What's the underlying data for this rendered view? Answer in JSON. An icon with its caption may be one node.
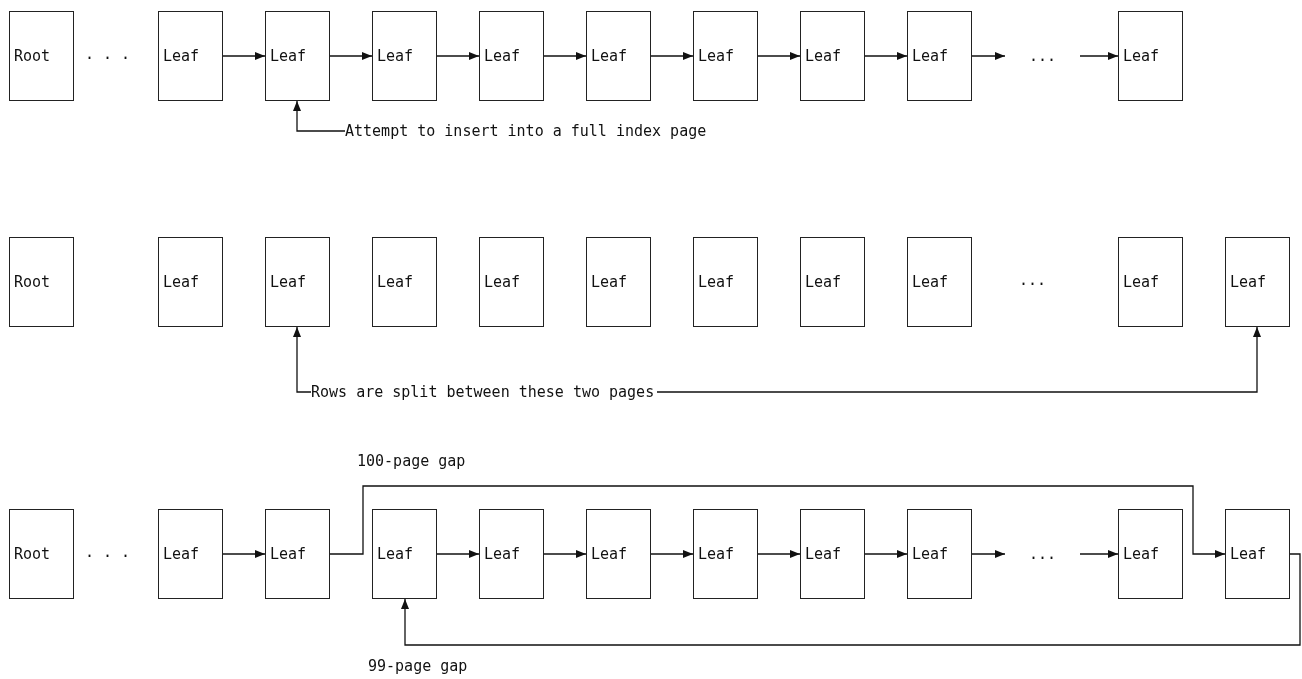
{
  "diagram": {
    "nodes": [
      {
        "text": [
          "Root"
        ]
      },
      {
        "text": [
          "Leaf"
        ]
      },
      {
        "text": [
          "Leaf"
        ]
      },
      {
        "text": [
          "Leaf"
        ]
      },
      {
        "text": [
          "Leaf"
        ]
      },
      {
        "text": [
          "Leaf"
        ]
      },
      {
        "text": [
          "Leaf"
        ]
      },
      {
        "text": [
          "Leaf"
        ]
      },
      {
        "text": [
          "Leaf"
        ]
      },
      {
        "text": [
          "..."
        ]
      },
      {
        "text": [
          "Leaf"
        ]
      },
      {
        "text": [
          "Attempt to insert into a full index page"
        ]
      },
      {
        "text": [
          "Root"
        ]
      },
      {
        "text": [
          "Leaf"
        ]
      },
      {
        "text": [
          "Leaf"
        ]
      },
      {
        "text": [
          "Leaf"
        ]
      },
      {
        "text": [
          "Leaf"
        ]
      },
      {
        "text": [
          "Leaf"
        ]
      },
      {
        "text": [
          "Leaf"
        ]
      },
      {
        "text": [
          "Leaf"
        ]
      },
      {
        "text": [
          "Leaf"
        ]
      },
      {
        "text": [
          "Leaf"
        ]
      },
      {
        "text": [
          "Leaf"
        ]
      },
      {
        "text": [
          "Rows are split between these two pages"
        ]
      },
      {
        "text": [
          "Root"
        ]
      },
      {
        "text": [
          "Leaf"
        ]
      },
      {
        "text": [
          "Leaf"
        ]
      },
      {
        "text": [
          "Leaf"
        ]
      },
      {
        "text": [
          "Leaf"
        ]
      },
      {
        "text": [
          "Leaf"
        ]
      },
      {
        "text": [
          "Leaf"
        ]
      },
      {
        "text": [
          "Leaf"
        ]
      },
      {
        "text": [
          "Leaf"
        ]
      },
      {
        "text": [
          "..."
        ]
      },
      {
        "text": [
          "Leaf"
        ]
      },
      {
        "text": [
          "Leaf"
        ]
      }
    ],
    "edges": [
      {
        "from": 1,
        "to": 2,
        "arrow": "to"
      },
      {
        "from": 2,
        "to": 3,
        "arrow": "to"
      },
      {
        "from": 3,
        "to": 4,
        "arrow": "to"
      },
      {
        "from": 4,
        "to": 5,
        "arrow": "to"
      },
      {
        "from": 5,
        "to": 6,
        "arrow": "to"
      },
      {
        "from": 6,
        "to": 7,
        "arrow": "to"
      },
      {
        "from": 7,
        "to": 8,
        "arrow": "to"
      },
      {
        "from": 8,
        "to": 9,
        "arrow": "to"
      },
      {
        "from": 9,
        "to": 10,
        "arrow": "to"
      },
      {
        "from": 11,
        "to": 2,
        "arrow": "to"
      },
      {
        "from": 23,
        "to": 14,
        "arrow": "to"
      },
      {
        "from": 23,
        "to": 22,
        "arrow": "to"
      },
      {
        "from": 25,
        "to": 26,
        "arrow": "to"
      },
      {
        "from": 26,
        "to": 35,
        "arrow": "to",
        "label": "100-page gap"
      },
      {
        "from": 27,
        "to": 28,
        "arrow": "to"
      },
      {
        "from": 28,
        "to": 29,
        "arrow": "to"
      },
      {
        "from": 29,
        "to": 30,
        "arrow": "to"
      },
      {
        "from": 30,
        "to": 31,
        "arrow": "to"
      },
      {
        "from": 31,
        "to": 32,
        "arrow": "to"
      },
      {
        "from": 32,
        "to": 33,
        "arrow": "to"
      },
      {
        "from": 33,
        "to": 34,
        "arrow": "to"
      },
      {
        "from": 35,
        "to": 27,
        "arrow": "to",
        "label": "99-page gap"
      }
    ],
    "labels": [
      ". . .",
      "...",
      ". . ."
    ]
  }
}
